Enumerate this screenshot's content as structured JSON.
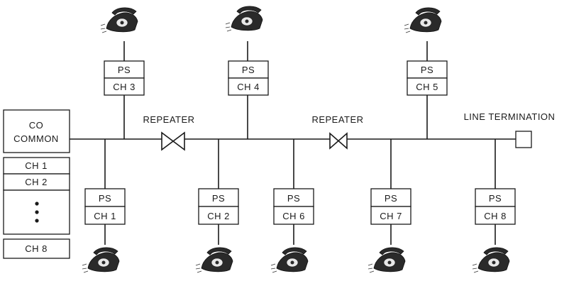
{
  "co": {
    "header": [
      "CO",
      "COMMON"
    ],
    "channels": [
      "CH 1",
      "CH 2",
      "CH 8"
    ]
  },
  "repeaters": [
    "REPEATER",
    "REPEATER"
  ],
  "line_termination": "LINE TERMINATION",
  "ps_label": "PS",
  "top_drops": [
    {
      "channel": "CH 3"
    },
    {
      "channel": "CH 4"
    },
    {
      "channel": "CH 5"
    }
  ],
  "bottom_drops": [
    {
      "channel": "CH 1"
    },
    {
      "channel": "CH 2"
    },
    {
      "channel": "CH 6"
    },
    {
      "channel": "CH 7"
    },
    {
      "channel": "CH 8"
    }
  ],
  "icons": {
    "telephone": "telephone-icon",
    "repeater": "repeater-icon"
  }
}
